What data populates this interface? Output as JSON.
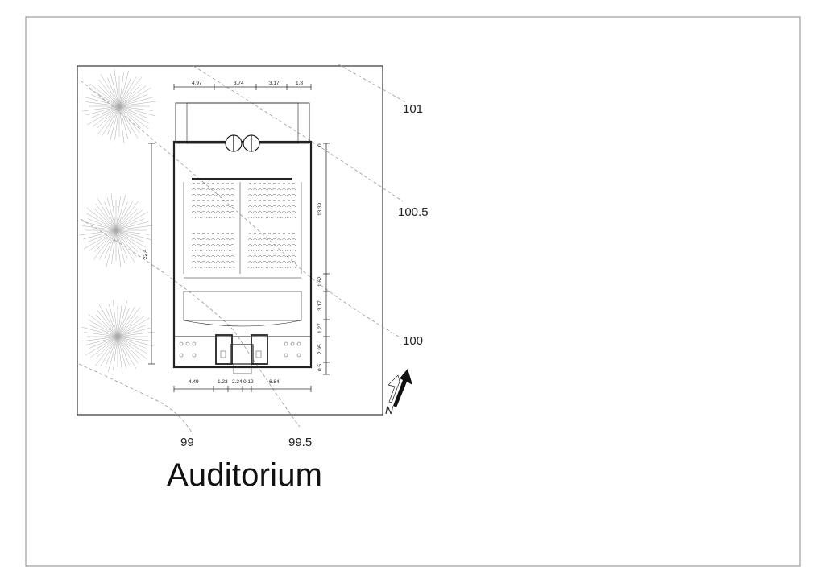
{
  "title": "Auditorium",
  "contours": [
    "101",
    "100.5",
    "100",
    "99",
    "99.5"
  ],
  "dims_top": [
    "4.97",
    "3.74",
    "3.17",
    "1.8"
  ],
  "dims_bottom": [
    "4.49",
    "1.23",
    "2.24",
    "0.12",
    "6.84"
  ],
  "dims_right": [
    "0",
    "13.39",
    "1.62",
    "3.17",
    "1.27",
    "2.95",
    "0.5"
  ],
  "dim_left": "22.4",
  "north": {
    "label": "N",
    "icon": "north-arrow-icon"
  },
  "colors": {
    "line": "#222222",
    "contour": "#9a9a9a",
    "frame": "#555555"
  }
}
